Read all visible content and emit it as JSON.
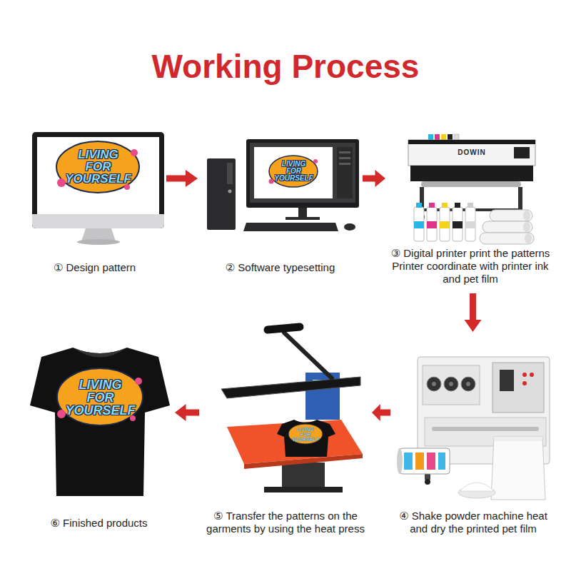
{
  "diagram": {
    "title": "Working Process",
    "nodes": [
      {
        "text": [
          "① Design pattern"
        ]
      },
      {
        "text": [
          "② Software typesetting"
        ]
      },
      {
        "text": [
          "③ Digital printer print the patterns Printer coordinate with printer ink and pet film"
        ]
      },
      {
        "text": [
          "④ Shake powder machine heat and dry the printed pet film"
        ]
      },
      {
        "text": [
          "⑤ Transfer the patterns on the garments by using the heat press"
        ]
      },
      {
        "text": [
          "⑥ Finished products"
        ]
      }
    ],
    "edges": [
      {
        "from": 0,
        "to": 1,
        "arrow": "to"
      },
      {
        "from": 1,
        "to": 2,
        "arrow": "to"
      },
      {
        "from": 2,
        "to": 3,
        "arrow": "to"
      },
      {
        "from": 3,
        "to": 4,
        "arrow": "to"
      },
      {
        "from": 4,
        "to": 5,
        "arrow": "to"
      }
    ],
    "labels": [
      "LIVING FOR YOURSELF",
      "LIVING FOR YOURSELF",
      "DOWIN",
      "LIVING FOR YOURSELF",
      "LIVING FOR YOURSELF"
    ]
  }
}
